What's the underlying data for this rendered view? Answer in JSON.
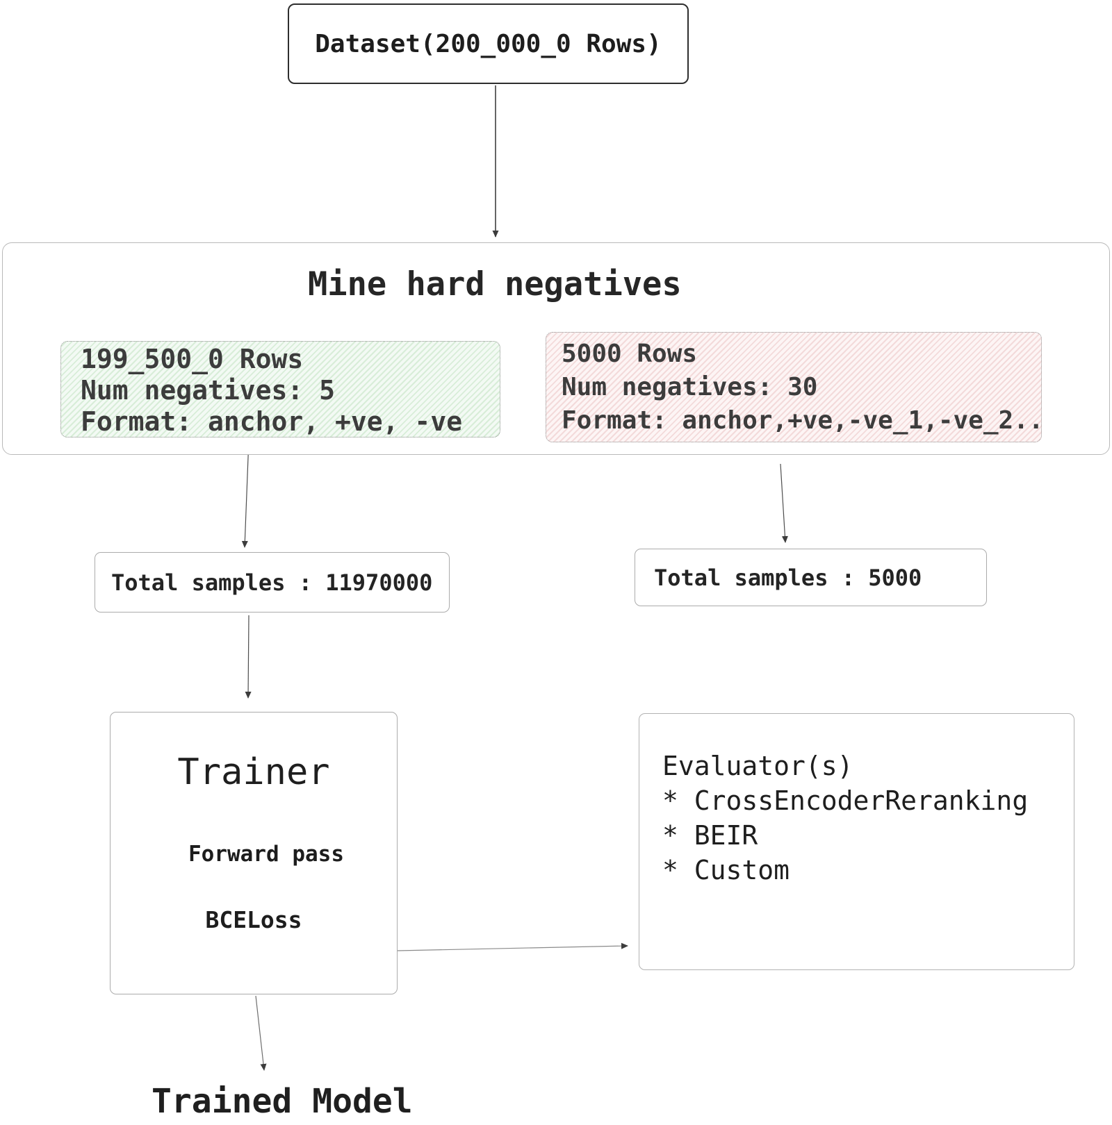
{
  "diagram": {
    "dataset_box": {
      "label": "Dataset(200_000_0 Rows)"
    },
    "mine_section": {
      "title": "Mine hard negatives",
      "train_card": {
        "rows": "199_500_0 Rows",
        "num_negatives": "Num negatives: 5",
        "format": "Format: anchor, +ve, -ve",
        "bg_color": "#f3faf4",
        "hatch_color": "#d8edd8"
      },
      "eval_card": {
        "rows": "5000 Rows",
        "num_negatives": "Num negatives: 30",
        "format": "Format: anchor,+ve,-ve_1,-ve_2..",
        "bg_color": "#fdf5f5",
        "hatch_color": "#f3dada"
      }
    },
    "totals": {
      "train": "Total samples : 11970000",
      "eval": "Total samples : 5000"
    },
    "trainer": {
      "title": "Trainer",
      "forward": "Forward pass",
      "loss": "BCELoss"
    },
    "evaluator": {
      "line1": "Evaluator(s)",
      "line2": "* CrossEncoderReranking",
      "line3": "* BEIR",
      "line4": "* Custom"
    },
    "trained_model": {
      "label": "Trained Model"
    },
    "colors": {
      "line": "#4d4d4d",
      "box_border": "#ababab",
      "text": "#1d1d1d"
    }
  }
}
